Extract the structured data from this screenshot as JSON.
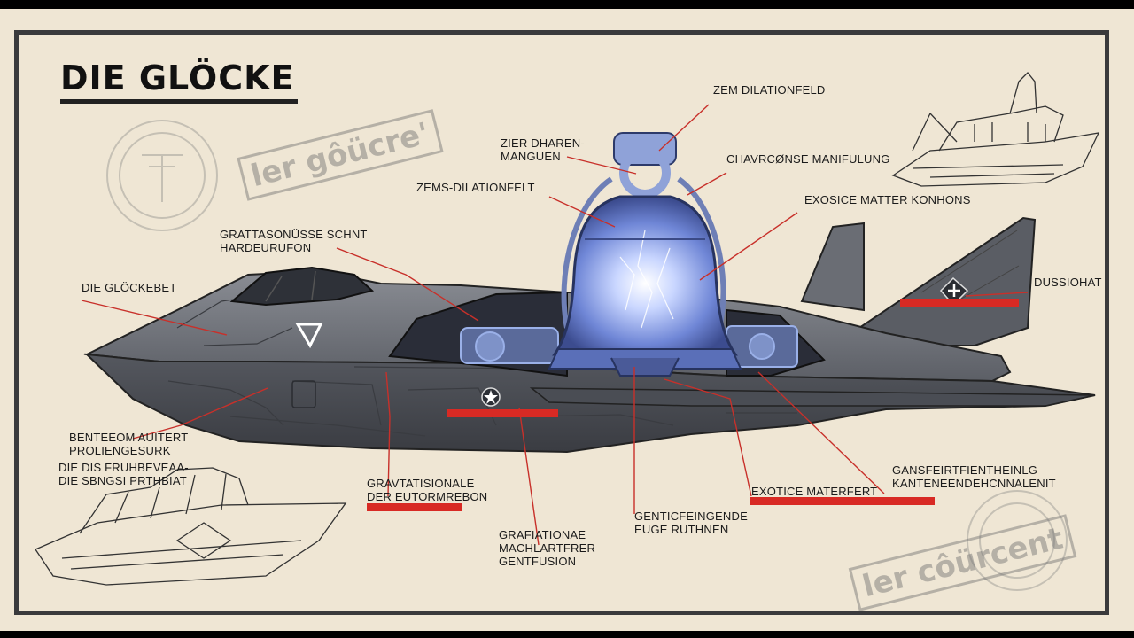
{
  "title": "DIE GLÖCKE",
  "stamps": {
    "top": "ler gôücre'",
    "bottom": "ler côürcent"
  },
  "labels": {
    "zem_dilationfeld": "ZEM DILATIONFELD",
    "zier_1": "ZIER DHAREN-",
    "zier_2": "MANGUEN",
    "chavrcense": "CHAVRCØNSE MANIFULUNG",
    "zems_dilation": "ZEMS-DILATIONFELT",
    "exosice": "EXOSICE MATTER KONHONS",
    "grattas_1": "GRATTASONÜSSE SCHNT",
    "grattas_2": "HARDEURUFON",
    "glockeet": "DIE GLÖCKEBET",
    "dussiohat": "DUSSIOHAT",
    "benteeom_1": "BENTEEOM AUITERT",
    "benteeom_2": "PROLIENGESURK",
    "die_dis_1": "DIE DIS FRUHBEVEAA-",
    "die_dis_2": "DIE SBNGSI PRTHBIAT",
    "gravitat_1": "GRAVTATISIONALE",
    "gravitat_2": "DER EUTORMREBON",
    "grafiat_1": "GRAFIATIONAE",
    "grafiat_2": "MACHLARTFRER",
    "grafiat_3": "GENTFUSION",
    "gentic_1": "GENTICFEINGENDE",
    "gentic_2": "EUGE RUTHNEN",
    "exotice": "EXOTICE MATERFERT",
    "gansfeirt_1": "GANSFEIRTFIENTHEINLG",
    "gansfeirt_2": "KANTENEENDEHCNNALENIT"
  },
  "colors": {
    "paper": "#efe6d4",
    "frame": "#3a3a3c",
    "leader": "#c8302a",
    "accent_bar": "#d82a24",
    "hull": "#5f6269",
    "bell_glow": "#9fb6f0"
  },
  "icons": [
    "laurel-seal-icon",
    "roundel-star-icon",
    "tail-cross-icon",
    "wing-emblem-icon"
  ]
}
